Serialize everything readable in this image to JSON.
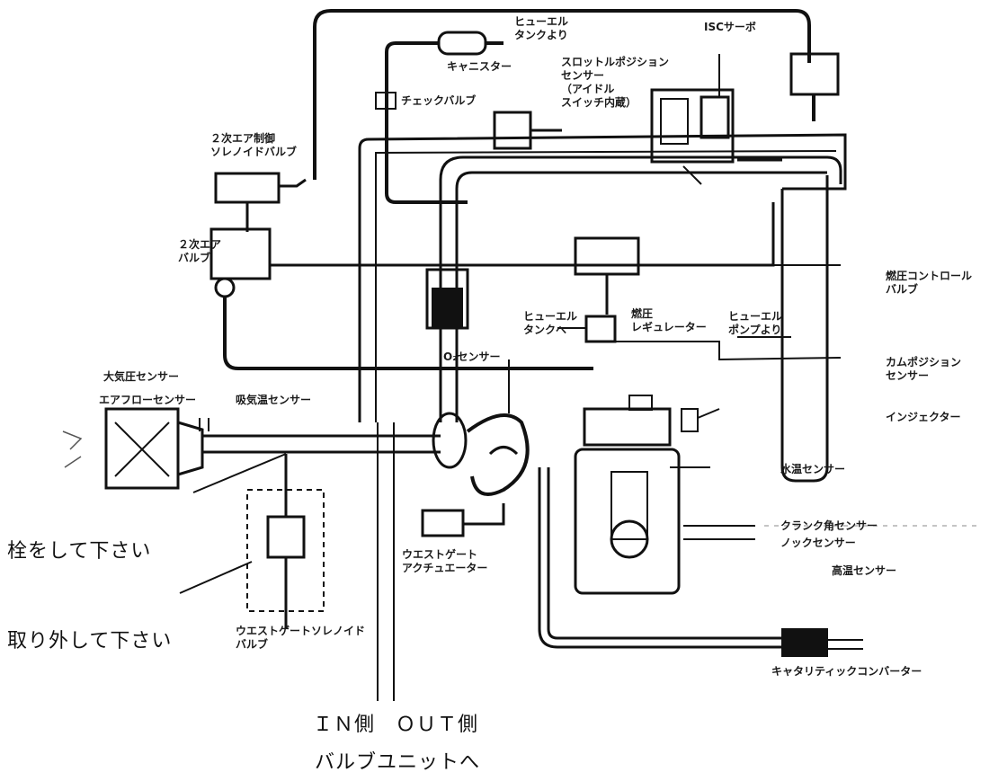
{
  "labels": {
    "fuel_from_tank_top": "ヒューエル\nタンクより",
    "canister": "キャニスター",
    "isc_servo": "ISCサーボ",
    "throttle_sensor": "スロットルポジション\nセンサー\n（アイドル\nスイッチ内蔵）",
    "check_valve": "チェックバルブ",
    "secondary_air_solenoid": "２次エア制御\nソレノイドバルブ",
    "secondary_air_valve": "２次エア\nバルブ",
    "fuel_pressure_control": "燃圧コントロール\nバルブ",
    "fuel_to_tank": "ヒューエル\nタンクへ",
    "fuel_pressure_regulator": "燃圧\nレギュレーター",
    "fuel_from_pump": "ヒューエル\nポンプより",
    "o2_sensor": "O₂センサー",
    "cam_position_sensor": "カムポジション\nセンサー",
    "baro_sensor": "大気圧センサー",
    "airflow_sensor": "エアフローセンサー",
    "intake_temp_sensor": "吸気温センサー",
    "injector": "インジェクター",
    "water_temp_sensor": "水温センサー",
    "crank_angle_sensor": "クランク角センサー",
    "knock_sensor": "ノックセンサー",
    "wastegate_actuator": "ウエストゲート\nアクチュエーター",
    "high_temp_sensor": "高温センサー",
    "wastegate_solenoid": "ウエストゲートソレノイド\nバルブ",
    "catalytic_converter": "キャタリティックコンバーター"
  },
  "notes": {
    "plug": "栓をして下さい",
    "remove": "取り外して下さい",
    "in_out": "ＩＮ側　ＯＵＴ側",
    "to_valve_unit": "バルブユニットへ"
  }
}
